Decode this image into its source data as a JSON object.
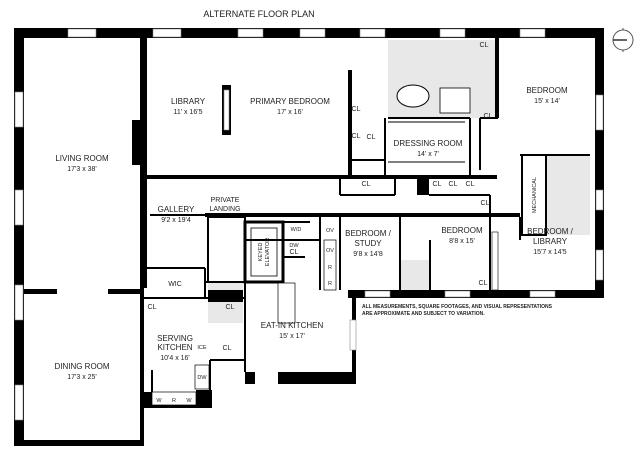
{
  "title": "ALTERNATE FLOOR PLAN",
  "rooms": {
    "living_room": {
      "name": "LIVING ROOM",
      "size": "17'3 x 38'"
    },
    "library": {
      "name": "LIBRARY",
      "size": "11' x 16'5"
    },
    "primary_bedroom": {
      "name": "PRIMARY BEDROOM",
      "size": "17' x 16'"
    },
    "dressing_room": {
      "name": "DRESSING ROOM",
      "size": "14' x 7'"
    },
    "bedroom_ne": {
      "name": "BEDROOM",
      "size": "15' x 14'"
    },
    "mechanical": {
      "name": "MECHANICAL"
    },
    "gallery": {
      "name": "GALLERY",
      "size": "9'2 x 19'4"
    },
    "private_landing": {
      "line1": "PRIVATE",
      "line2": "LANDING"
    },
    "keyed_elevator": {
      "line1": "KEYED",
      "line2": "ELEVATOR"
    },
    "bedroom_study": {
      "line1": "BEDROOM /",
      "line2": "STUDY",
      "size": "9'8 x 14'8"
    },
    "bedroom_small": {
      "name": "BEDROOM",
      "size": "8'8 x 15'"
    },
    "bedroom_library": {
      "line1": "BEDROOM /",
      "line2": "LIBRARY",
      "size": "15'7 x 14'5"
    },
    "wic": {
      "name": "WIC"
    },
    "eat_in_kitchen": {
      "name": "EAT-IN KITCHEN",
      "size": "15' x 17'"
    },
    "serving_kitchen": {
      "line1": "SERVING",
      "line2": "KITCHEN",
      "size": "10'4 x 16'"
    },
    "dining_room": {
      "name": "DINING ROOM",
      "size": "17'3 x 25'"
    }
  },
  "fixtures": {
    "closet": "CL",
    "washer_dryer": "W/D",
    "oven": "OV",
    "refrigerator": "R",
    "dishwasher": "DW",
    "ice": "ICE",
    "wine": "W"
  },
  "disclaimer": {
    "line1": "ALL MEASUREMENTS, SQUARE FOOTAGES, AND VISUAL REPRESENTATIONS",
    "line2": "ARE APPROXIMATE AND SUBJECT TO VARIATION."
  },
  "compass_icon": "compass-north-icon"
}
